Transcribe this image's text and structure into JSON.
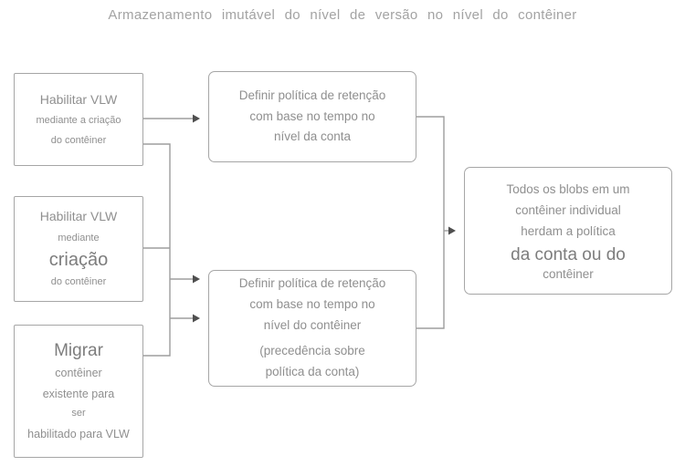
{
  "title": "Armazenamento imutável do nível de versão no nível do contêiner",
  "boxes": {
    "enable_vlw_creation_a": {
      "lines": [
        "Habilitar VLW",
        "mediante a criação",
        "do contêiner"
      ]
    },
    "enable_vlw_creation_b": {
      "lines": [
        "Habilitar VLW",
        "mediante",
        "criação",
        "do contêiner"
      ]
    },
    "migrate_existing": {
      "lines": [
        "Migrar",
        "contêiner",
        "existente para",
        "ser",
        "habilitado para VLW"
      ]
    },
    "retention_account": {
      "lines": [
        "Definir política de retenção",
        "com base no tempo no",
        "nível da conta"
      ]
    },
    "retention_container": {
      "lines": [
        "Definir política de retenção",
        "com base no tempo no",
        "nível do contêiner",
        "(precedência sobre",
        "política da conta)"
      ]
    },
    "inherit_policy": {
      "lines": [
        "Todos os blobs em um",
        "contêiner individual",
        "herdam a política",
        "da conta ou do",
        "contêiner"
      ]
    }
  },
  "colors": {
    "connector_line": "#9d9d9d",
    "arrowhead": "#4f4f4f",
    "box_border": "#a6a6a6",
    "text": "#8f8f8f",
    "title_text": "#a3a3a3"
  }
}
